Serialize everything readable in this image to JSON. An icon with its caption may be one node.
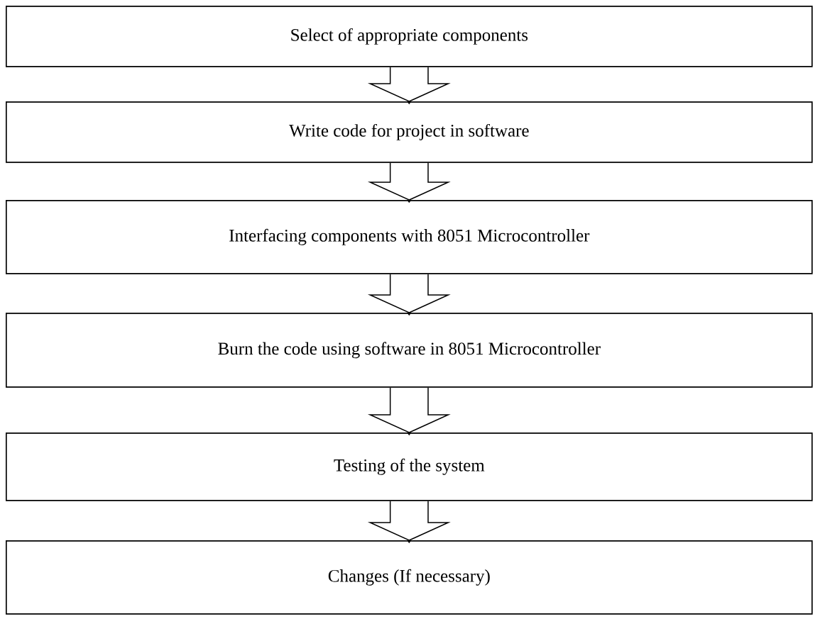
{
  "diagram": {
    "nodes": [
      {
        "text": [
          "Select of appropriate components"
        ]
      },
      {
        "text": [
          "Write code for project in software"
        ]
      },
      {
        "text": [
          "Interfacing components with 8051 Microcontroller"
        ]
      },
      {
        "text": [
          "Burn the code using software in 8051 Microcontroller"
        ]
      },
      {
        "text": [
          "Testing of the system"
        ]
      },
      {
        "text": [
          "Changes (If necessary)"
        ]
      }
    ],
    "edges": [
      {
        "from": 0,
        "to": 1,
        "arrow": "to"
      },
      {
        "from": 1,
        "to": 2,
        "arrow": "to"
      },
      {
        "from": 2,
        "to": 3,
        "arrow": "to"
      },
      {
        "from": 3,
        "to": 4,
        "arrow": "to"
      },
      {
        "from": 4,
        "to": 5,
        "arrow": "to"
      }
    ]
  }
}
